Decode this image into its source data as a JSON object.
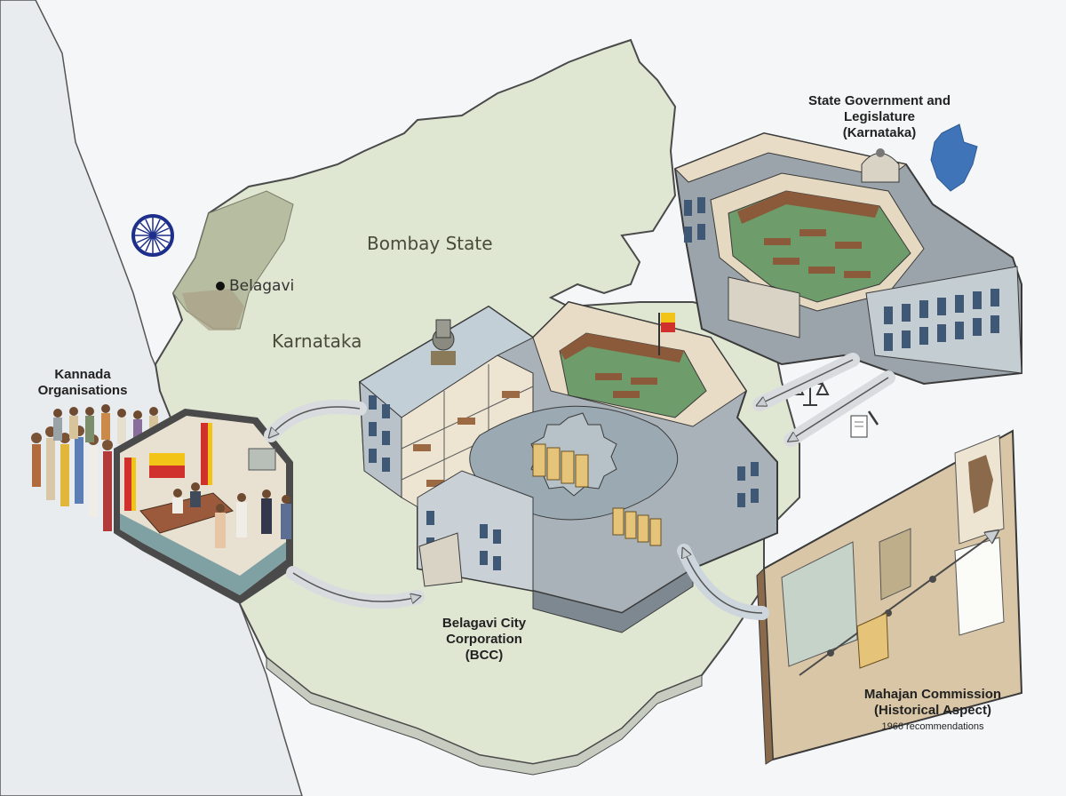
{
  "map": {
    "region_labels": {
      "bombay_state": "Bombay State",
      "karnataka": "Karnataka"
    },
    "city_marker": "Belagavi"
  },
  "nodes": {
    "kannada_orgs": {
      "title_line1": "Kannada",
      "title_line2": "Organisations"
    },
    "state_gov": {
      "title_line1": "State Government and",
      "title_line2": "Legislature",
      "title_line3": "(Karnataka)"
    },
    "bcc": {
      "title_line1": "Belagavi City",
      "title_line2": "Corporation",
      "title_line3": "(BCC)"
    },
    "mahajan": {
      "title_line1": "Mahajan Commission",
      "title_line2": "(Historical Aspect)",
      "subtitle": "1966 recommendations"
    }
  },
  "icons": [
    "ashoka-chakra-icon",
    "scales-of-justice-icon",
    "document-pen-icon",
    "karnataka-map-icon",
    "kannada-flag-icon",
    "ashoka-emblem-icon",
    "gear-icon",
    "folder-icon"
  ],
  "colors": {
    "sea": "#f4f6f7",
    "land": "#dfe6d2",
    "belagavi_region": "#b7bda0",
    "flag_yellow": "#f2c418",
    "flag_red": "#d0312d",
    "chakra": "#1d2f8a",
    "building": "#b9c3c8",
    "arrow": "#d8dcdf"
  }
}
